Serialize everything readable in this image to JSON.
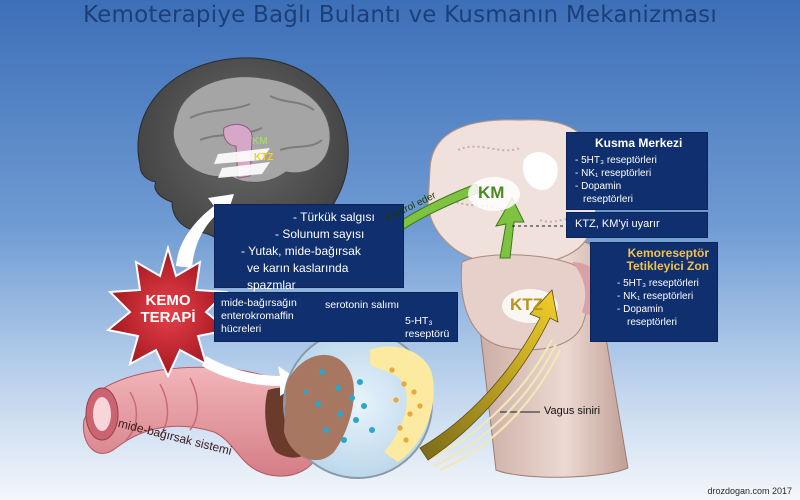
{
  "title": "Kemoterapiye Bağlı Bulantı ve Kusmanın Mekanizması",
  "chemo": {
    "line1": "KEMO",
    "line2": "TERAPİ"
  },
  "brain_labels": {
    "km": "KM",
    "ktz": "KTZ"
  },
  "effects": {
    "items": [
      "- Türkük salgısı",
      "- Solunum sayısı",
      "- Yutak, mide-bağırsak",
      "ve karın kaslarında spazmlar"
    ]
  },
  "arrow_label": "Kontrol eder",
  "vomiting_center": {
    "title": "Kusma Merkezi",
    "items": [
      "- 5HT₃ reseptörleri",
      "- NK₁ reseptörleri",
      "- Dopamin",
      "reseptörleri"
    ],
    "node_label": "KM"
  },
  "ktz_note": "KTZ, KM'yi uyarır",
  "trigger_zone": {
    "title_line1": "Kemoreseptör",
    "title_line2": "Tetikleyici Zon",
    "items": [
      "- 5HT₃ reseptörleri",
      "- NK₁ reseptörleri",
      "- Dopamin",
      "reseptörleri"
    ],
    "node_label": "KTZ"
  },
  "gut": {
    "cells_line1": "mide-bağırsağın",
    "cells_line2": "enterokromaffin",
    "cells_line3": "hücreleri",
    "serotonin": "serotonin salımı",
    "receptor_line1": "5-HT₃",
    "receptor_line2": "reseptörü",
    "system": "mide-bağırsak sistemi"
  },
  "vagus": "Vagus siniri",
  "credit": "drozdogan.com 2017",
  "colors": {
    "box": "#0f2f6e",
    "green": "#7fc241",
    "yellow": "#e8c31a",
    "burst": "#d4232f",
    "accent_title": "#f2c14e"
  }
}
